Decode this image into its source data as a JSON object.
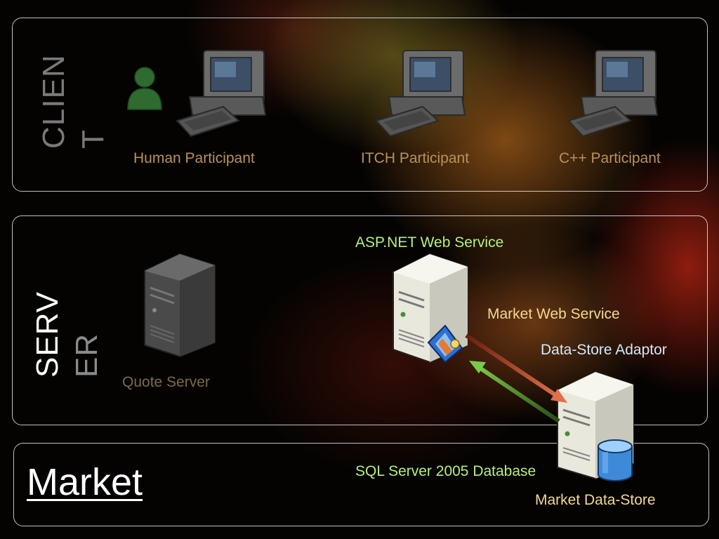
{
  "client": {
    "title_line1": "CLIEN",
    "title_line2": "T",
    "participants": [
      {
        "label": "Human Participant"
      },
      {
        "label": "ITCH Participant"
      },
      {
        "label": "C++ Participant"
      }
    ]
  },
  "server": {
    "title_line1": "SERV",
    "title_line2": "ER",
    "quote_server": "Quote Server",
    "aspnet_label": "ASP.NET Web Service",
    "market_web_service": "Market Web Service",
    "data_store_adaptor": "Data-Store Adaptor"
  },
  "market": {
    "title": "Market",
    "sql_label": "SQL Server 2005 Database",
    "data_store_label": "Market Data-Store"
  },
  "colors": {
    "panel_border": "#ffffff",
    "participant_text": "#b8925a",
    "aspnet_text": "#b6f07a",
    "adaptor_text": "#d4e9f6",
    "web_service_text": "#f4d890",
    "arrow_red": "#c24a2c",
    "arrow_green": "#5aa52c"
  }
}
